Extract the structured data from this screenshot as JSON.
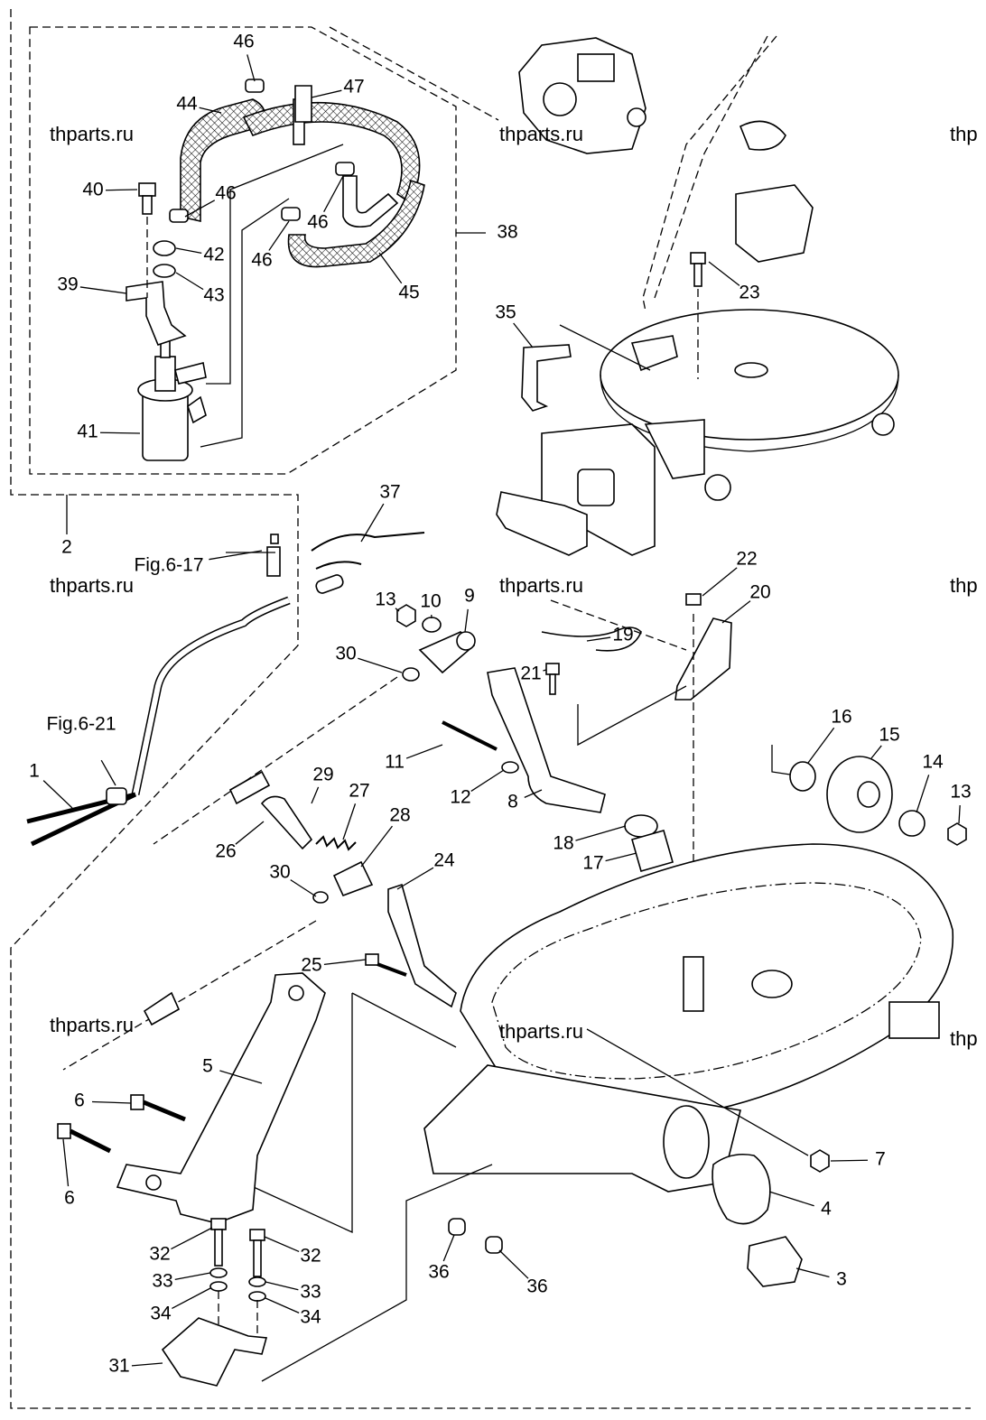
{
  "diagram": {
    "title": "Outboard bottom cowling / fuel filter exploded parts view",
    "callouts": [
      "46",
      "47",
      "44",
      "40",
      "46",
      "46",
      "42",
      "46",
      "43",
      "38",
      "45",
      "39",
      "41",
      "23",
      "35",
      "2",
      "Fig.6-17",
      "37",
      "22",
      "20",
      "13",
      "10",
      "9",
      "19",
      "30",
      "21",
      "16",
      "15",
      "14",
      "13",
      "Fig.6-21",
      "1",
      "11",
      "29",
      "27",
      "12",
      "8",
      "18",
      "17",
      "26",
      "28",
      "24",
      "30",
      "25",
      "5",
      "6",
      "6",
      "7",
      "4",
      "32",
      "32",
      "33",
      "33",
      "34",
      "34",
      "36",
      "36",
      "3",
      "31"
    ],
    "watermarks": [
      "thparts.ru",
      "thparts.ru",
      "thp",
      "thparts.ru",
      "thparts.ru",
      "thp",
      "thparts.ru",
      "thparts.ru",
      "thp"
    ]
  }
}
